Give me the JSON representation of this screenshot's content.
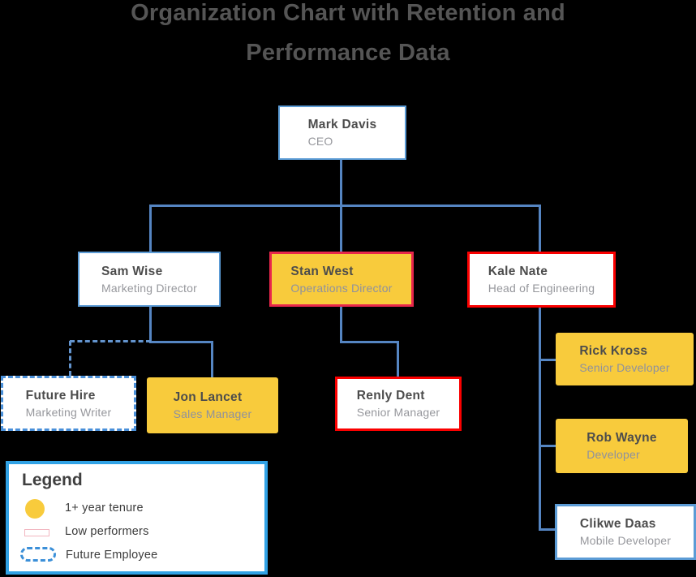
{
  "title_lines": [
    "Organization Chart with Retention and",
    "Performance Data"
  ],
  "nodes": [
    {
      "name": "Mark Davis",
      "role": "CEO",
      "manager": null,
      "one_plus_year_tenure": false,
      "low_performer": false,
      "future_employee": false
    },
    {
      "name": "Sam Wise",
      "role": "Marketing Director",
      "manager": "Mark Davis",
      "one_plus_year_tenure": false,
      "low_performer": false,
      "future_employee": false
    },
    {
      "name": "Stan West",
      "role": "Operations Director",
      "manager": "Mark Davis",
      "one_plus_year_tenure": true,
      "low_performer": true,
      "future_employee": false
    },
    {
      "name": "Kale Nate",
      "role": "Head of Engineering",
      "manager": "Mark Davis",
      "one_plus_year_tenure": false,
      "low_performer": true,
      "future_employee": false
    },
    {
      "name": "Future Hire",
      "role": "Marketing Writer",
      "manager": "Sam Wise",
      "one_plus_year_tenure": false,
      "low_performer": false,
      "future_employee": true
    },
    {
      "name": "Jon Lancet",
      "role": "Sales Manager",
      "manager": "Sam Wise",
      "one_plus_year_tenure": true,
      "low_performer": false,
      "future_employee": false
    },
    {
      "name": "Renly Dent",
      "role": "Senior Manager",
      "manager": "Stan West",
      "one_plus_year_tenure": false,
      "low_performer": true,
      "future_employee": false
    },
    {
      "name": "Rick Kross",
      "role": "Senior Developer",
      "manager": "Kale Nate",
      "one_plus_year_tenure": true,
      "low_performer": false,
      "future_employee": false
    },
    {
      "name": "Rob Wayne",
      "role": "Developer",
      "manager": "Kale Nate",
      "one_plus_year_tenure": true,
      "low_performer": false,
      "future_employee": false
    },
    {
      "name": "Clikwe Daas",
      "role": "Mobile Developer",
      "manager": "Kale Nate",
      "one_plus_year_tenure": false,
      "low_performer": false,
      "future_employee": false
    }
  ],
  "legend": {
    "title": "Legend",
    "items": [
      {
        "label": "1+ year tenure",
        "swatch": "yellow-circle"
      },
      {
        "label": "Low performers",
        "swatch": "thin-red-rectangle"
      },
      {
        "label": "Future Employee",
        "swatch": "dashed-blue-rectangle"
      }
    ]
  },
  "colors": {
    "background": "#000000",
    "tenure_yellow": "#f8cb3c",
    "low_performer_red": "#fa0000",
    "stan_west_border_crimson": "#e8274b",
    "node_border_blue": "#5b9bd5",
    "connector_blue": "#5585c2",
    "future_dashed_blue": "#4a90d9",
    "legend_border_blue": "#31a2e5",
    "title_gray": "#555555",
    "name_gray": "#4c4c4c",
    "role_gray": "#96979c"
  }
}
